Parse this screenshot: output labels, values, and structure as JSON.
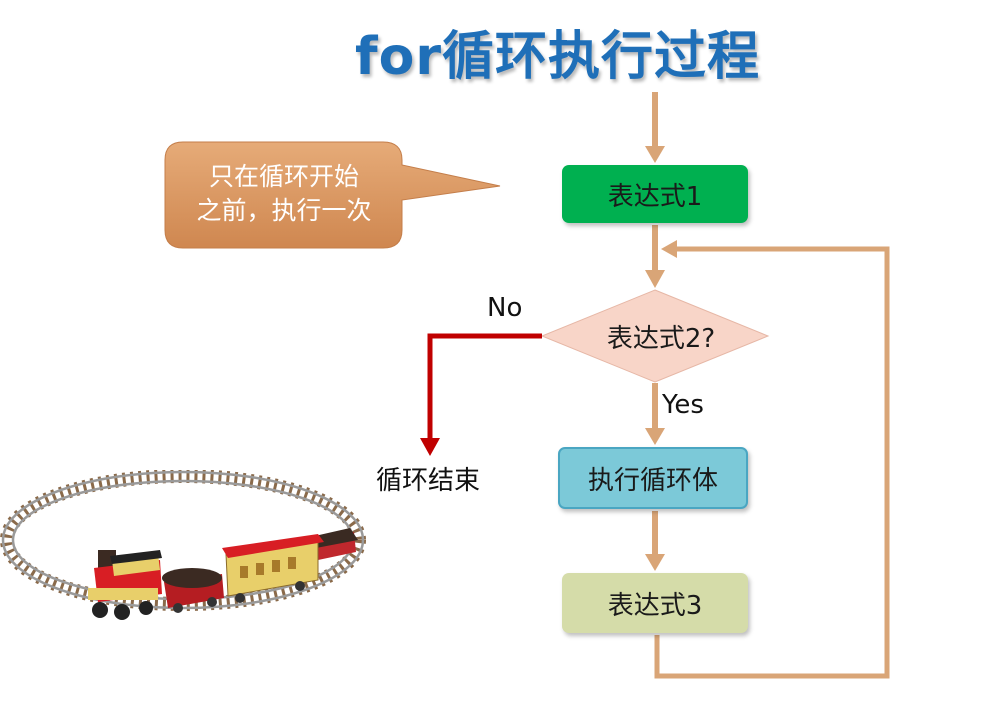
{
  "title": "for循环执行过程",
  "callout": {
    "line1": "只在循环开始",
    "line2": "之前，执行一次"
  },
  "nodes": {
    "expr1": "表达式1",
    "condition": "表达式2?",
    "loop_body": "执行循环体",
    "expr3": "表达式3"
  },
  "branches": {
    "no": "No",
    "yes": "Yes",
    "end": "循环结束"
  },
  "colors": {
    "title": "#1f6fb8",
    "arrow": "#d9a577",
    "no_arrow": "#c00000",
    "expr1": "#00b050",
    "condition": "#f8d5c8",
    "loop_body": "#7cc9d8",
    "expr3": "#d5dca9",
    "callout": "#d9955f"
  },
  "illustration": "toy-train-on-circular-track"
}
